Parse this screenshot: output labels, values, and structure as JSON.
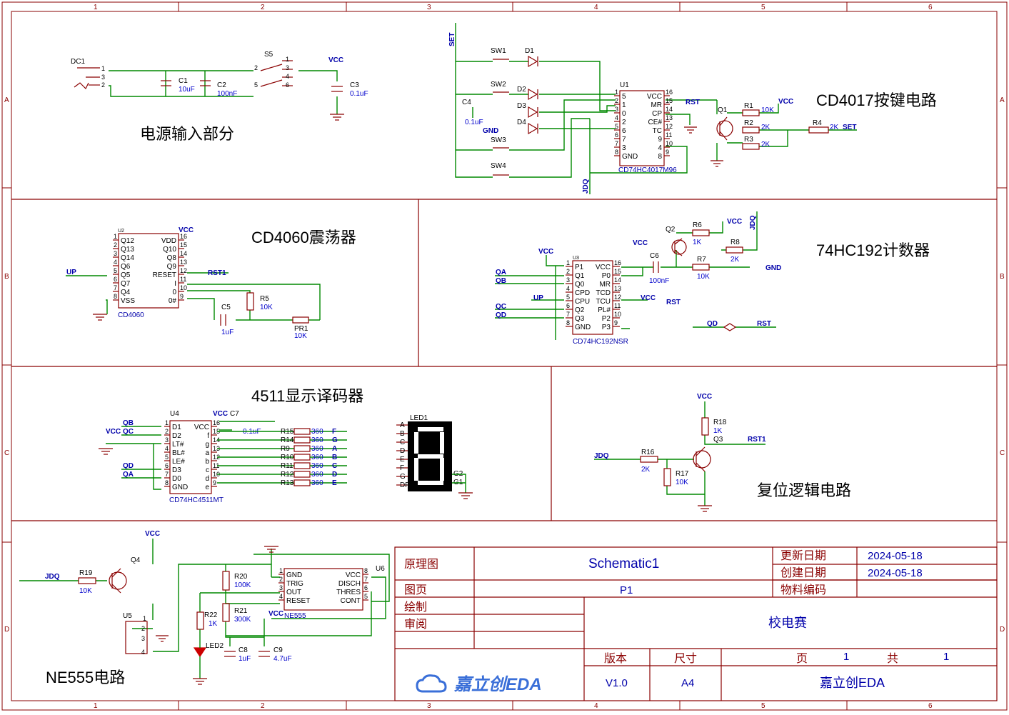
{
  "sections": {
    "power": "电源输入部分",
    "cd4017": "CD4017按键电路",
    "cd4060": "CD4060震荡器",
    "hc192": "74HC192计数器",
    "cd4511": "4511显示译码器",
    "reset": "复位逻辑电路",
    "ne555": "NE555电路"
  },
  "frame": {
    "columns": [
      "1",
      "2",
      "3",
      "4",
      "5",
      "6"
    ],
    "rows": [
      "A",
      "B",
      "C",
      "D"
    ]
  },
  "parts": {
    "DC1": "DC1",
    "C1": "C1",
    "C1v": "10uF",
    "C2": "C2",
    "C2v": "100nF",
    "C3": "C3",
    "C3v": "0.1uF",
    "S5": "S5",
    "SW1": "SW1",
    "SW2": "SW2",
    "SW3": "SW3",
    "SW4": "SW4",
    "D1": "D1",
    "D2": "D2",
    "D3": "D3",
    "D4": "D4",
    "C4": "C4",
    "C4v": "0.1uF",
    "U1": "U1",
    "U1p": "CD74HC4017M96",
    "R1": "R1",
    "R1v": "10K",
    "R2": "R2",
    "R2v": "2K",
    "R3": "R3",
    "R3v": "2K",
    "R4": "R4",
    "R4v": "2K",
    "Q1": "Q1",
    "U2": "U2",
    "U2p": "CD4060",
    "C5": "C5",
    "C5v": "1uF",
    "R5": "R5",
    "R5v": "10K",
    "PR1": "PR1",
    "PR1v": "10K",
    "U3": "U3",
    "U3p": "CD74HC192NSR",
    "Q2": "Q2",
    "R6": "R6",
    "R6v": "1K",
    "R7": "R7",
    "R7v": "10K",
    "R8": "R8",
    "R8v": "2K",
    "C6": "C6",
    "C6v": "100nF",
    "U4": "U4",
    "U4p": "CD74HC4511MT",
    "C7": "C7",
    "C7v": "0.1uF",
    "LED1": "LED1",
    "R18": "R18",
    "R18v": "1K",
    "Q3": "Q3",
    "R16": "R16",
    "R16v": "2K",
    "R17": "R17",
    "R17v": "10K",
    "R19": "R19",
    "R19v": "10K",
    "Q4": "Q4",
    "U5": "U5",
    "R20": "R20",
    "R20v": "100K",
    "R21": "R21",
    "R21v": "300K",
    "R22": "R22",
    "R22v": "1K",
    "LED2": "LED2",
    "C8": "C8",
    "C8v": "1uF",
    "C9": "C9",
    "C9v": "4.7uF",
    "U6": "U6",
    "U6p": "NE555"
  },
  "nets": {
    "VCC": "VCC",
    "GND": "GND",
    "SET": "SET",
    "JDQ": "JDQ",
    "UP": "UP",
    "RST": "RST",
    "RST1": "RST1",
    "QA": "QA",
    "QB": "QB",
    "QC": "QC",
    "QD": "QD",
    "A": "A",
    "B": "B",
    "C": "C",
    "D": "D",
    "E": "E",
    "F": "F",
    "G": "G"
  },
  "ic4017": {
    "left": [
      [
        "1",
        "5"
      ],
      [
        "2",
        "1"
      ],
      [
        "3",
        "0"
      ],
      [
        "4",
        "2"
      ],
      [
        "5",
        "6"
      ],
      [
        "6",
        "7"
      ],
      [
        "7",
        "3"
      ],
      [
        "8",
        "GND"
      ]
    ],
    "right": [
      [
        "16",
        "VCC"
      ],
      [
        "15",
        "MR"
      ],
      [
        "14",
        "CP"
      ],
      [
        "13",
        "CE#"
      ],
      [
        "12",
        "TC"
      ],
      [
        "11",
        "9"
      ],
      [
        "10",
        "4"
      ],
      [
        "9",
        "8"
      ]
    ]
  },
  "ic4060": {
    "left": [
      [
        "1",
        "Q12"
      ],
      [
        "2",
        "Q13"
      ],
      [
        "3",
        "Q14"
      ],
      [
        "4",
        "Q6"
      ],
      [
        "5",
        "Q5"
      ],
      [
        "6",
        "Q7"
      ],
      [
        "7",
        "Q4"
      ],
      [
        "8",
        "VSS"
      ]
    ],
    "right": [
      [
        "16",
        "VDD"
      ],
      [
        "15",
        "Q10"
      ],
      [
        "14",
        "Q8"
      ],
      [
        "13",
        "Q9"
      ],
      [
        "12",
        "RESET"
      ],
      [
        "11",
        "I"
      ],
      [
        "10",
        "0"
      ],
      [
        "9",
        "0#"
      ]
    ]
  },
  "ic192": {
    "left": [
      [
        "1",
        "P1"
      ],
      [
        "2",
        "Q1"
      ],
      [
        "3",
        "Q0"
      ],
      [
        "4",
        "CPD"
      ],
      [
        "5",
        "CPU"
      ],
      [
        "6",
        "Q2"
      ],
      [
        "7",
        "Q3"
      ],
      [
        "8",
        "GND"
      ]
    ],
    "right": [
      [
        "16",
        "VCC"
      ],
      [
        "15",
        "P0"
      ],
      [
        "14",
        "MR"
      ],
      [
        "13",
        "TCD"
      ],
      [
        "12",
        "TCU"
      ],
      [
        "11",
        "PL#"
      ],
      [
        "10",
        "P2"
      ],
      [
        "9",
        "P3"
      ]
    ]
  },
  "ic4511": {
    "left": [
      [
        "1",
        "D1"
      ],
      [
        "2",
        "D2"
      ],
      [
        "3",
        "LT#"
      ],
      [
        "4",
        "BL#"
      ],
      [
        "5",
        "LE#"
      ],
      [
        "6",
        "D3"
      ],
      [
        "7",
        "D0"
      ],
      [
        "8",
        "GND"
      ]
    ],
    "right": [
      [
        "16",
        "VCC"
      ],
      [
        "15",
        "f"
      ],
      [
        "14",
        "g"
      ],
      [
        "13",
        "a"
      ],
      [
        "12",
        "b"
      ],
      [
        "11",
        "c"
      ],
      [
        "10",
        "d"
      ],
      [
        "9",
        "e"
      ]
    ]
  },
  "seg_resistors": [
    {
      "ref": "R15",
      "val": "360",
      "net": "F"
    },
    {
      "ref": "R14",
      "val": "360",
      "net": "G"
    },
    {
      "ref": "R9",
      "val": "360",
      "net": "A"
    },
    {
      "ref": "R10",
      "val": "360",
      "net": "B"
    },
    {
      "ref": "R11",
      "val": "360",
      "net": "C"
    },
    {
      "ref": "R12",
      "val": "360",
      "net": "D"
    },
    {
      "ref": "R13",
      "val": "360",
      "net": "E"
    }
  ],
  "led_pins": [
    "A",
    "B",
    "C",
    "D",
    "E",
    "F",
    "G",
    "DP"
  ],
  "ne555": {
    "left": [
      [
        "1",
        "GND"
      ],
      [
        "2",
        "TRIG"
      ],
      [
        "3",
        "OUT"
      ],
      [
        "4",
        "RESET"
      ]
    ],
    "right": [
      [
        "8",
        "VCC"
      ],
      [
        "7",
        "DISCH"
      ],
      [
        "6",
        "THRES"
      ],
      [
        "5",
        "CONT"
      ]
    ]
  },
  "title_block": {
    "l_schematic": "原理图",
    "schematic": "Schematic1",
    "l_updated": "更新日期",
    "updated": "2024-05-18",
    "l_created": "创建日期",
    "created": "2024-05-18",
    "l_page": "图页",
    "page": "P1",
    "l_material": "物料编码",
    "l_drawn": "绘制",
    "l_review": "审阅",
    "company_title": "校电赛",
    "l_version": "版本",
    "l_size": "尺寸",
    "l_pg": "页",
    "pg": "1",
    "l_total": "共",
    "total": "1",
    "logo": "嘉立创EDA",
    "version": "V1.0",
    "size": "A4",
    "company": "嘉立创EDA"
  },
  "colors": {
    "frame": "#8a0000",
    "wire": "#008800",
    "net": "#0000aa",
    "logo": "#3a6fd8"
  }
}
